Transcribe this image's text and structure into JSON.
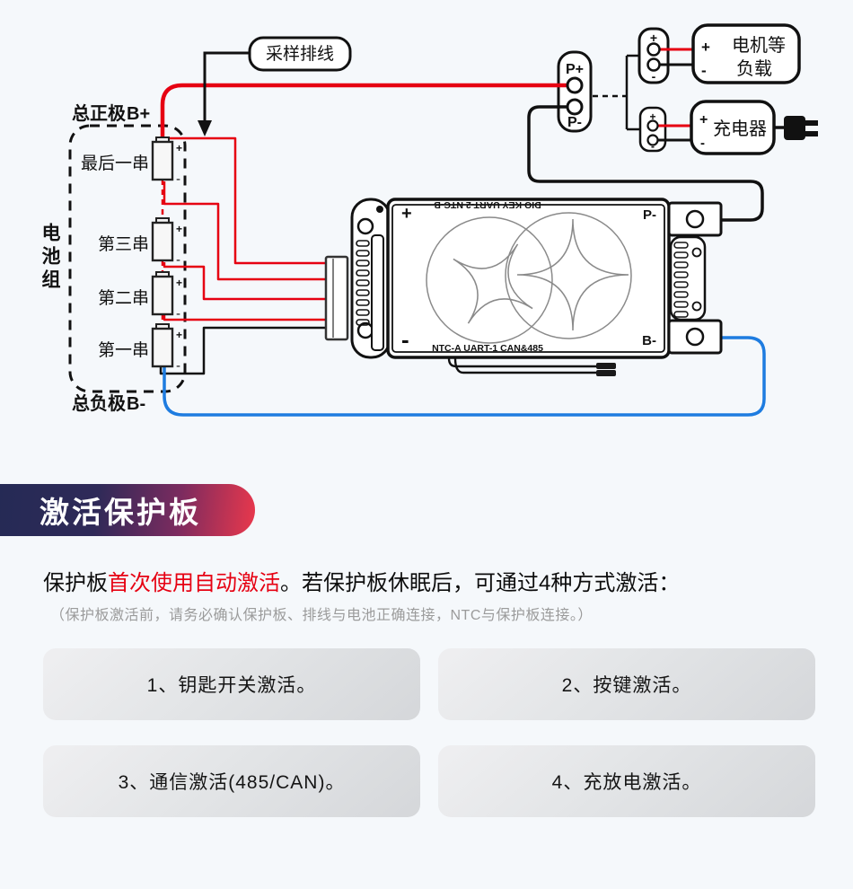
{
  "syms": {
    "plus": "+",
    "minus": "-"
  },
  "diagram": {
    "sampling_cable": "采样排线",
    "total_positive": "总正极",
    "total_positive_symbol": "B+",
    "total_negative": "总负极",
    "total_negative_symbol": "B-",
    "battery_group": "电池组",
    "cells": [
      "最后一串",
      "第三串",
      "第二串",
      "第一串"
    ],
    "p_plus": "P+",
    "p_minus": "P-",
    "load_line1": "电机等",
    "load_line2": "负载",
    "charger": "充电器",
    "board": {
      "top_text": "DIO KEY UART-2 NTC-B",
      "bottom_text": "NTC-A UART-1 CAN&485",
      "p_minus": "P-",
      "b_minus": "B-"
    },
    "wire_colors": {
      "positive": "#e60012",
      "negative": "#111111",
      "b_minus": "#1e7ce0"
    }
  },
  "activation": {
    "header": "激活保护板",
    "intro_pre": "保护板",
    "intro_highlight": "首次使用自动激活",
    "intro_post": "。若保护板休眠后，可通过4种方式激活：",
    "note": "（保护板激活前，请务必确认保护板、排线与电池正确连接，NTC与保护板连接。）",
    "methods": [
      "1、钥匙开关激活。",
      "2、按键激活。",
      "3、通信激活(485/CAN)。",
      "4、充放电激活。"
    ]
  }
}
